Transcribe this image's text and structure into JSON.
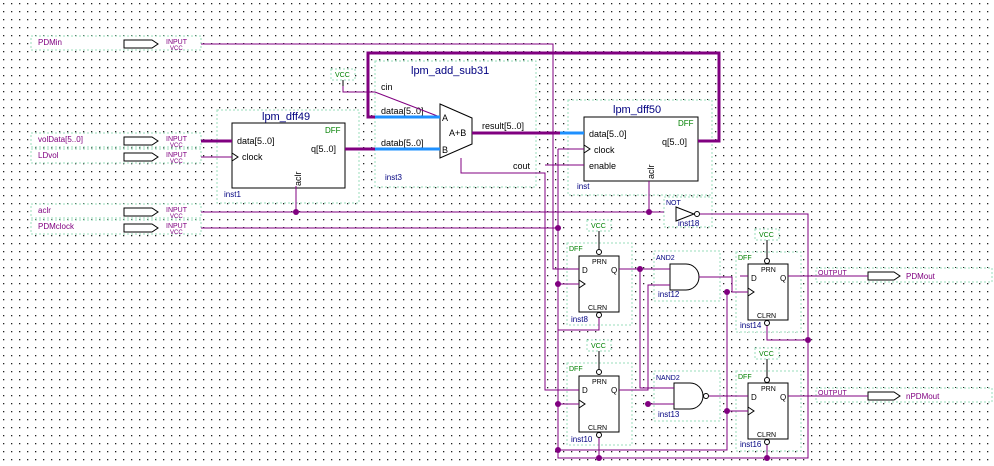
{
  "pins": {
    "pdmin": {
      "name": "PDMin",
      "type": "INPUT",
      "supply": "VCC"
    },
    "voldata": {
      "name": "volData[5..0]",
      "type": "INPUT",
      "supply": "VCC"
    },
    "ldvol": {
      "name": "LDvol",
      "type": "INPUT",
      "supply": "VCC"
    },
    "aclr": {
      "name": "aclr",
      "type": "INPUT",
      "supply": "VCC"
    },
    "pdmclock": {
      "name": "PDMclock",
      "type": "INPUT",
      "supply": "VCC"
    },
    "pdmout": {
      "name": "PDMout",
      "type": "OUTPUT"
    },
    "npdmout": {
      "name": "nPDMout",
      "type": "OUTPUT"
    }
  },
  "dff49": {
    "title": "lpm_dff49",
    "tag": "DFF",
    "data": "data[5..0]",
    "clock": "clock",
    "q": "q[5..0]",
    "aclr": "aclr",
    "inst": "inst1"
  },
  "add": {
    "title": "lpm_add_sub31",
    "cin": "cin",
    "dataa": "dataa[5..0]",
    "datab": "datab[5..0]",
    "a": "A",
    "b": "B",
    "op": "A+B",
    "result": "result[5..0]",
    "cout": "cout",
    "inst": "inst3",
    "vcc": "VCC"
  },
  "dff50": {
    "title": "lpm_dff50",
    "tag": "DFF",
    "data": "data[5..0]",
    "clock": "clock",
    "enable": "enable",
    "q": "q[5..0]",
    "aclr": "aclr",
    "inst": "inst"
  },
  "not": {
    "label": "NOT",
    "inst": "inst18"
  },
  "and2": {
    "label": "AND2",
    "inst": "inst12"
  },
  "nand2": {
    "label": "NAND2",
    "inst": "inst13"
  },
  "ff8": {
    "tag": "DFF",
    "d": "D",
    "prn": "PRN",
    "q": "Q",
    "clrn": "CLRN",
    "inst": "inst8",
    "vcc": "VCC"
  },
  "ff10": {
    "tag": "DFF",
    "d": "D",
    "prn": "PRN",
    "q": "Q",
    "clrn": "CLRN",
    "inst": "inst10",
    "vcc": "VCC"
  },
  "ff14": {
    "tag": "DFF",
    "d": "D",
    "prn": "PRN",
    "q": "Q",
    "clrn": "CLRN",
    "inst": "inst14",
    "vcc": "VCC"
  },
  "ff16": {
    "tag": "DFF",
    "d": "D",
    "prn": "PRN",
    "q": "Q",
    "clrn": "CLRN",
    "inst": "inst16",
    "vcc": "VCC"
  },
  "colors": {
    "wire": "#800080",
    "bus": "#800080",
    "bus_in": "#1e90ff",
    "frame": "#000000",
    "pin_text": "#800080",
    "green": "#008000",
    "inst_text": "#000080",
    "text": "#000000"
  }
}
